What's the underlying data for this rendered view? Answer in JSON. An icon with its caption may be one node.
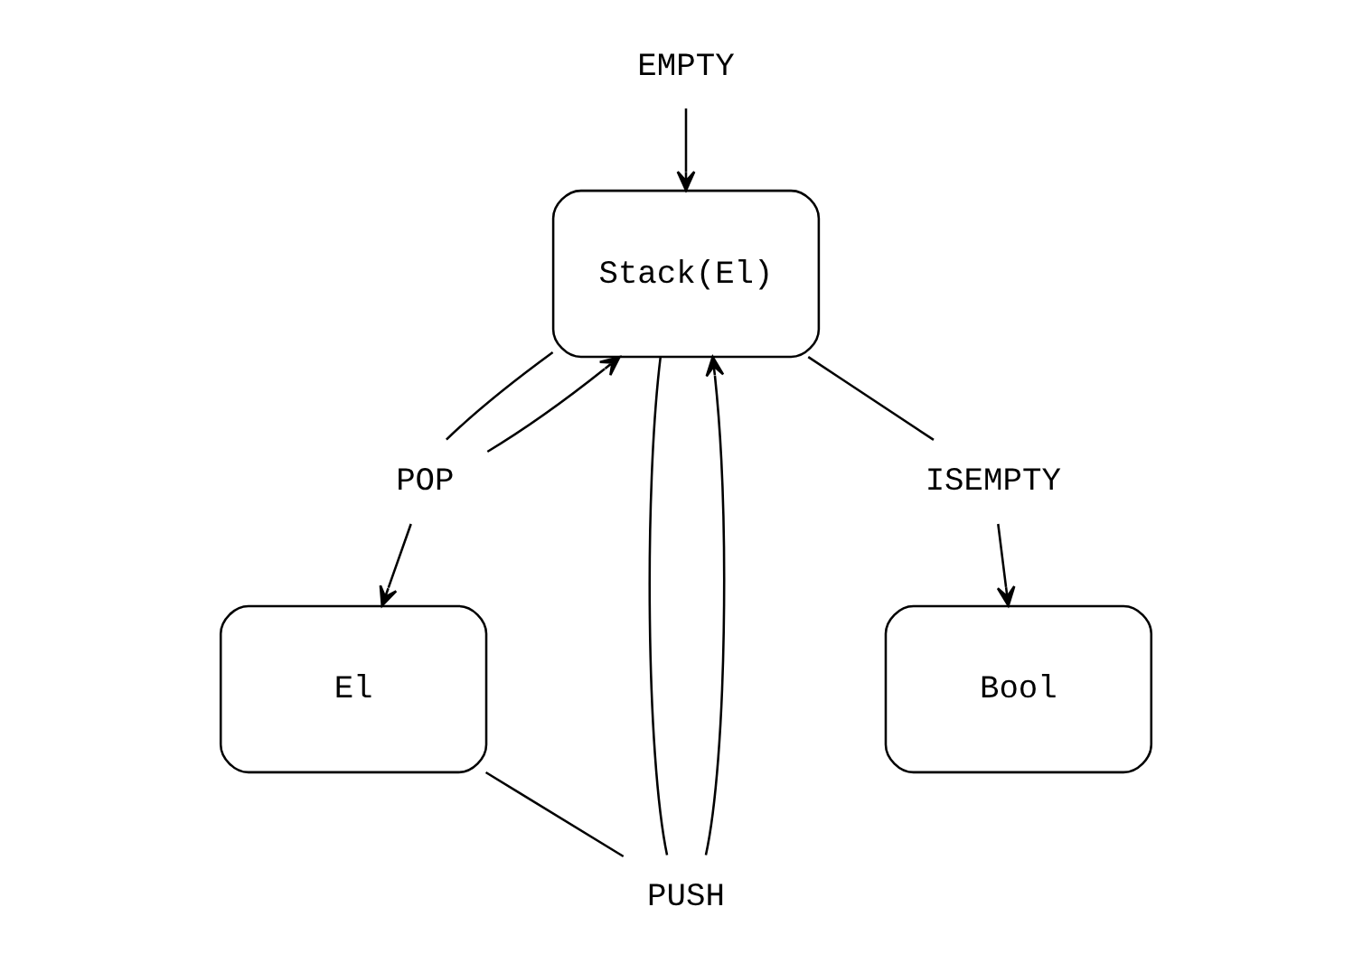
{
  "diagram": {
    "nodes": [
      {
        "text": [
          "Stack(El)"
        ]
      },
      {
        "text": [
          "El"
        ]
      },
      {
        "text": [
          "Bool"
        ]
      },
      {
        "text": [
          "POP"
        ]
      },
      {
        "text": [
          "EMPTY"
        ]
      },
      {
        "text": [
          "PUSH"
        ]
      },
      {
        "text": [
          "ISEMPTY"
        ]
      }
    ],
    "edges": [
      {
        "from": 0,
        "to": 3,
        "arrow": "none"
      },
      {
        "from": 3,
        "to": 0,
        "arrow": "to"
      },
      {
        "from": 3,
        "to": 1,
        "arrow": "to"
      },
      {
        "from": 4,
        "to": 0,
        "arrow": "to"
      },
      {
        "from": 0,
        "to": 5,
        "arrow": "none"
      },
      {
        "from": 1,
        "to": 5,
        "arrow": "none"
      },
      {
        "from": 5,
        "to": 0,
        "arrow": "to"
      },
      {
        "from": 0,
        "to": 6,
        "arrow": "none"
      },
      {
        "from": 6,
        "to": 2,
        "arrow": "to"
      }
    ]
  }
}
